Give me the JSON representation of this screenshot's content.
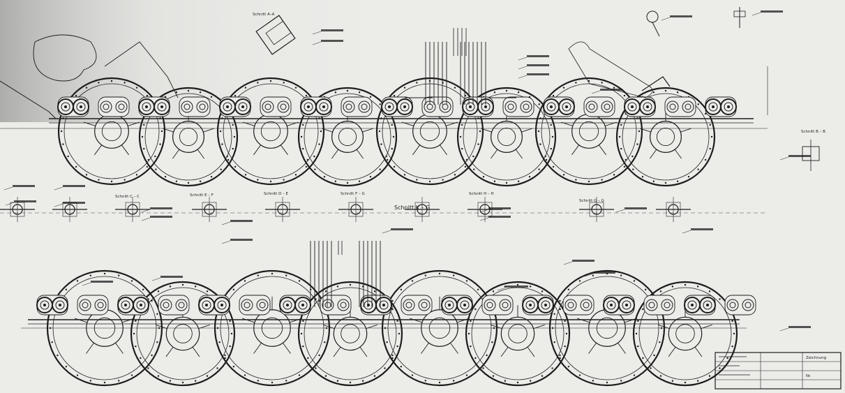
{
  "diagram": {
    "theme": {
      "ink": "#1d1d1d",
      "paper": "#ecece9",
      "shadow": "#8f8f8f"
    },
    "top_view": {
      "section_label": "Schnitt A–A",
      "wheel_count": 8
    },
    "middle_strip": {
      "section_labels": [
        "Schnitt C – C",
        "Schnitt E – F",
        "Schnitt D – E",
        "Schnitt F – G",
        "Schnitt K – G",
        "Schnitt H – H",
        "Schnitt G – G",
        "Schnitt B – B"
      ]
    },
    "bottom_view": {
      "wheel_count": 8
    },
    "title_block": {
      "lines": [
        "Zeichnung",
        "Nr."
      ]
    }
  }
}
